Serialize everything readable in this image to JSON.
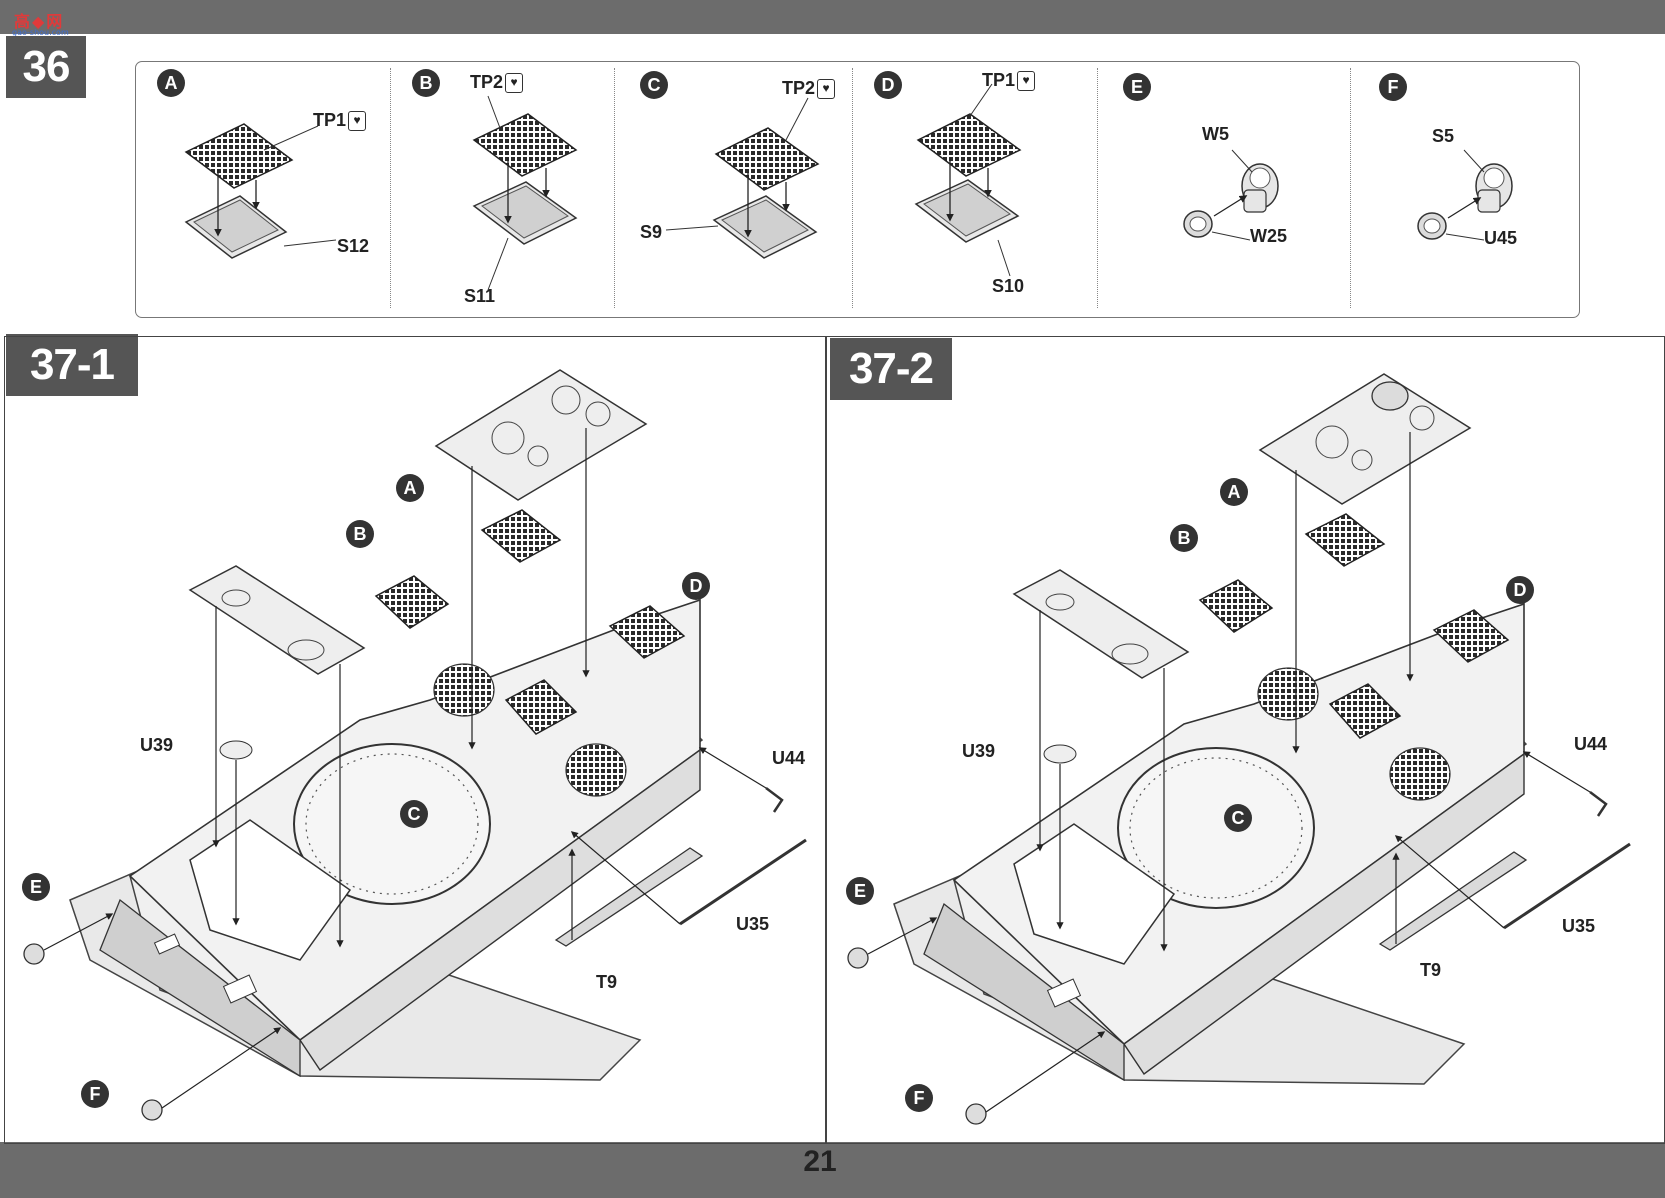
{
  "logo": {
    "text": "高◆网",
    "url": "gao-shou.com"
  },
  "page_number": "21",
  "steps": {
    "s36": "36",
    "s37_1": "37-1",
    "s37_2": "37-2"
  },
  "step36": {
    "A": {
      "letter": "A",
      "tp": "TP1",
      "base": "S12"
    },
    "B": {
      "letter": "B",
      "tp": "TP2",
      "base": "S11"
    },
    "C": {
      "letter": "C",
      "tp": "TP2",
      "base": "S9"
    },
    "D": {
      "letter": "D",
      "tp": "TP1",
      "base": "S10"
    },
    "E": {
      "letter": "E",
      "top": "W5",
      "cap": "W25"
    },
    "F": {
      "letter": "F",
      "top": "S5",
      "cap": "U45"
    }
  },
  "step37_1": {
    "callouts": [
      "A",
      "B",
      "C",
      "D",
      "E",
      "F"
    ],
    "labels": {
      "u39": "U39",
      "u44": "U44",
      "u35": "U35",
      "t9": "T9"
    }
  },
  "step37_2": {
    "callouts": [
      "A",
      "B",
      "C",
      "D",
      "E",
      "F"
    ],
    "labels": {
      "u39": "U39",
      "u44": "U44",
      "u35": "U35",
      "t9": "T9"
    }
  },
  "tp_icon": "heart-icon"
}
